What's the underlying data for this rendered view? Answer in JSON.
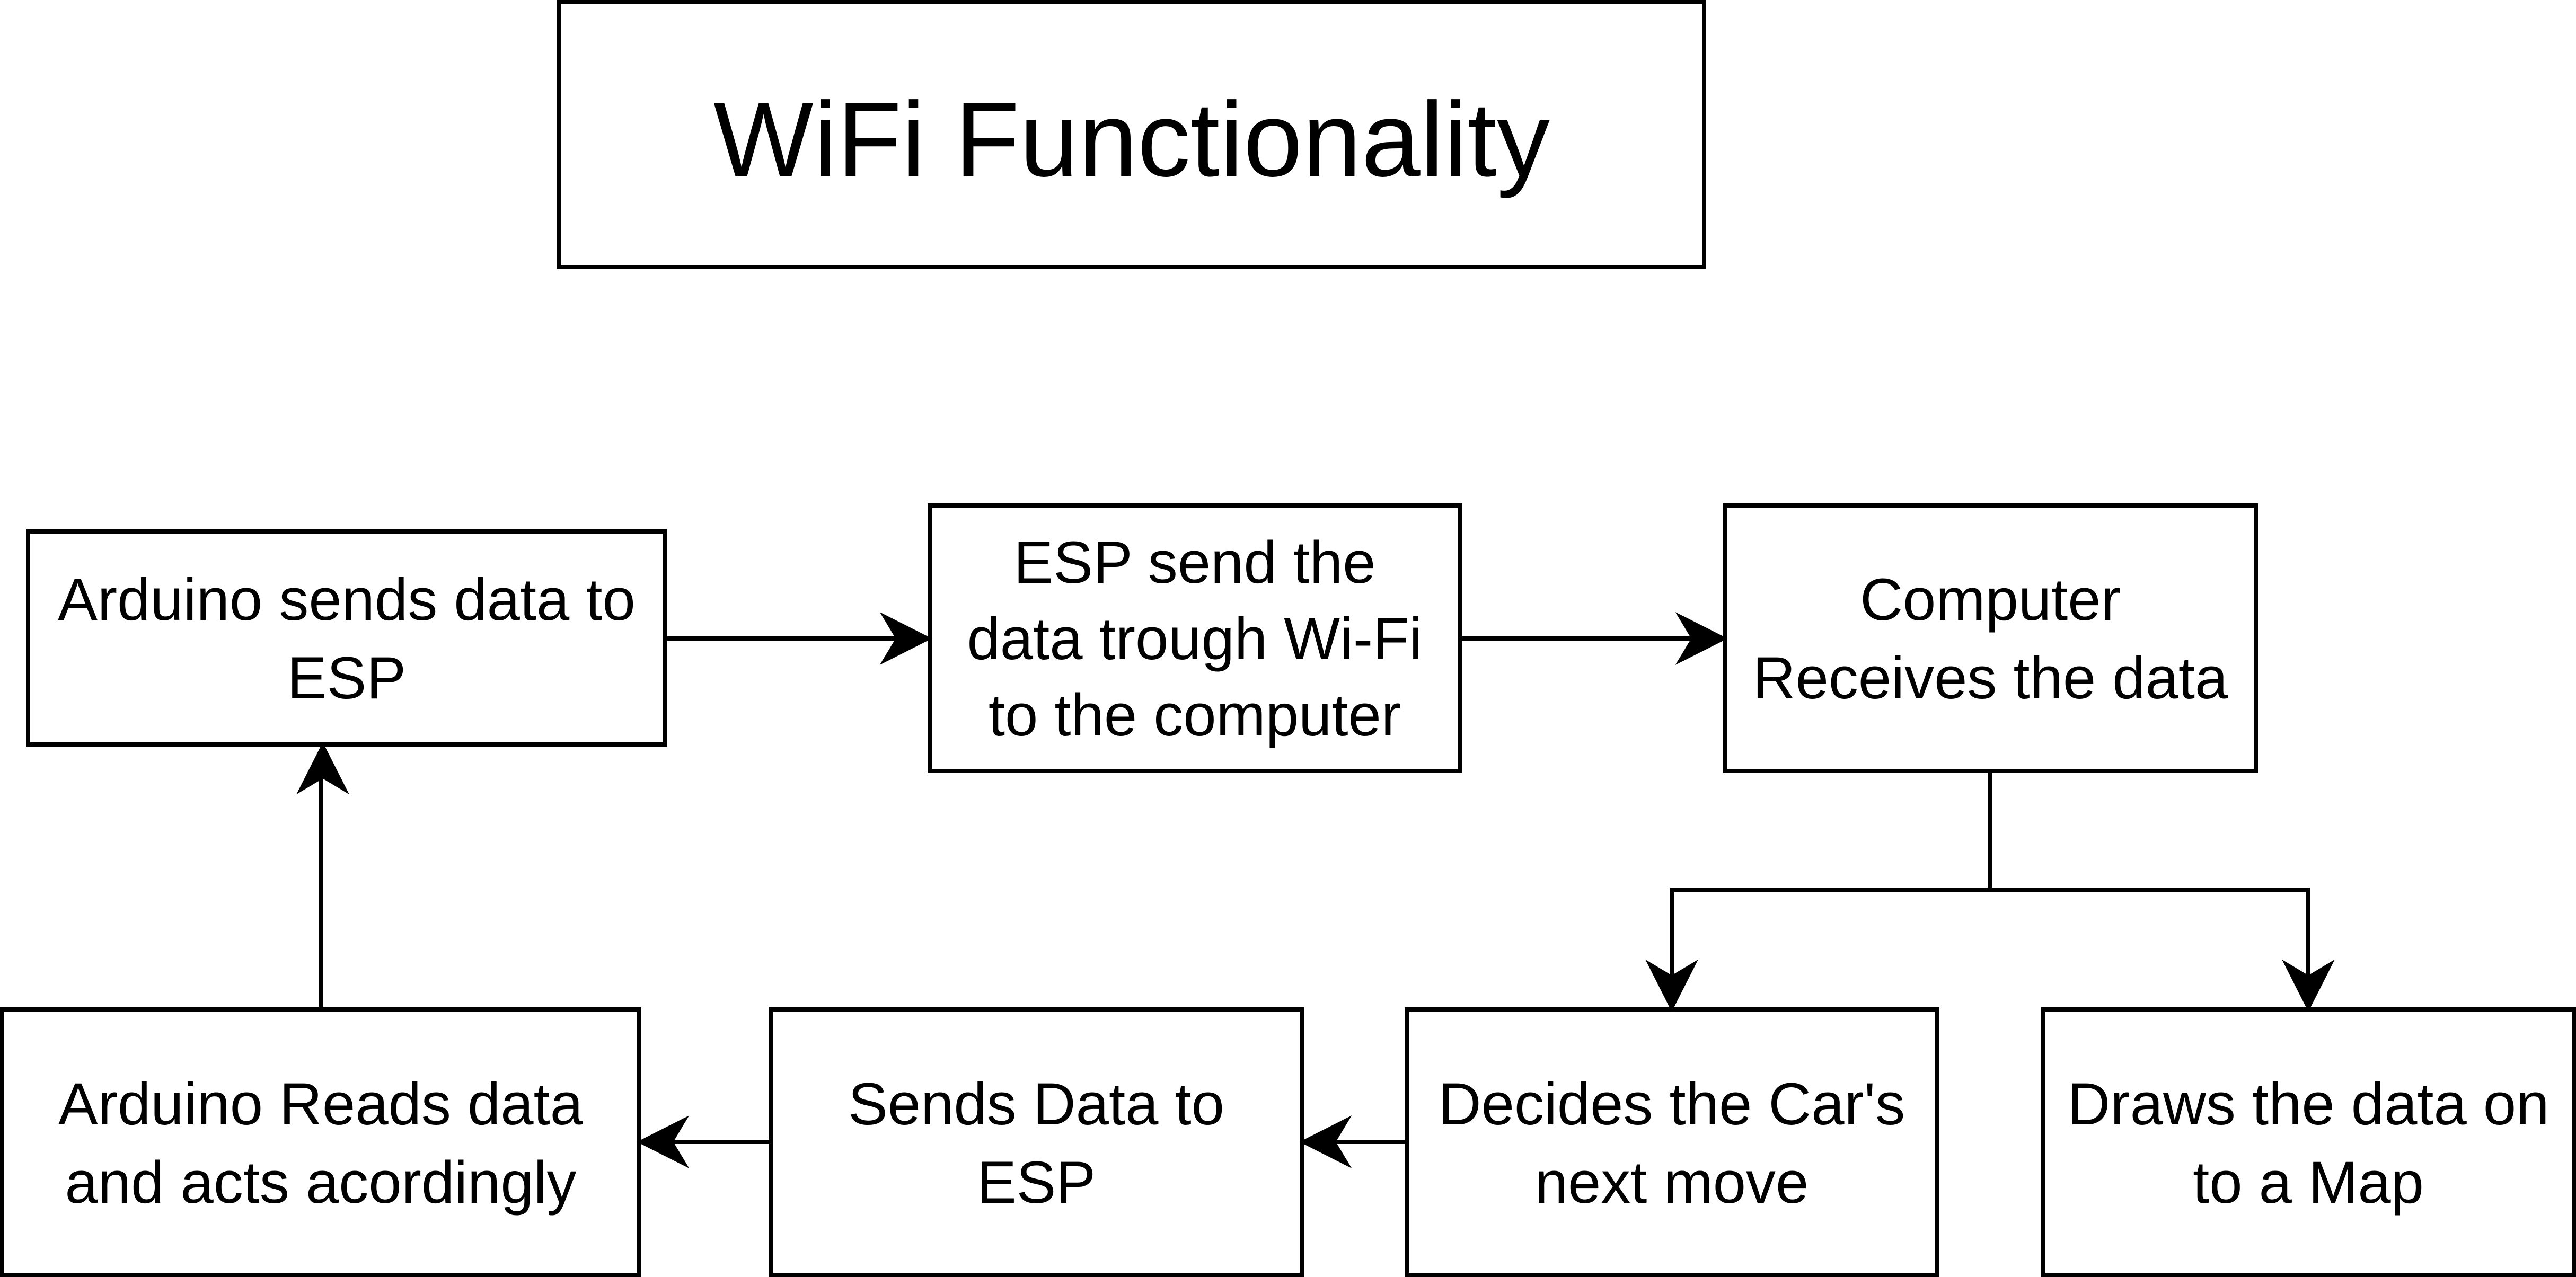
{
  "title": "WiFi Functionality",
  "nodes": {
    "arduino_sends": {
      "line1": "Arduino sends data to",
      "line2": "ESP"
    },
    "esp_send": {
      "line1": "ESP send the",
      "line2": "data trough Wi-Fi",
      "line3": "to the computer"
    },
    "computer_receives": {
      "line1": "Computer",
      "line2": "Receives the data"
    },
    "arduino_reads": {
      "line1": "Arduino Reads data",
      "line2": "and acts acordingly"
    },
    "sends_data": {
      "line1": "Sends Data to",
      "line2": "ESP"
    },
    "decides_move": {
      "line1": "Decides the Car's",
      "line2": "next move"
    },
    "draws_map": {
      "line1": "Draws the data on",
      "line2": "to a Map"
    }
  }
}
